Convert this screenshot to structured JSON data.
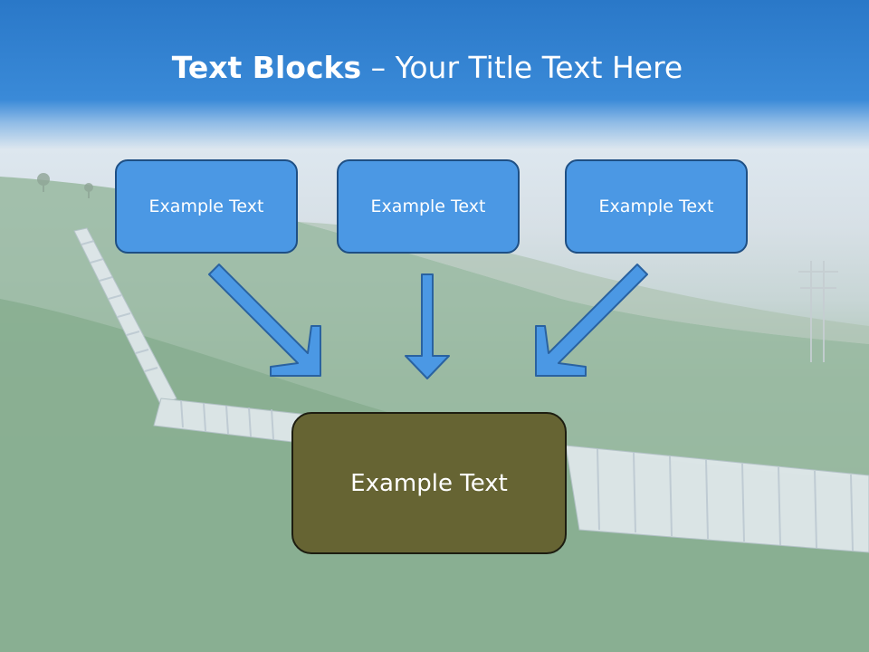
{
  "slide": {
    "title_bold": "Text Blocks",
    "title_dash": " – ",
    "title_rest": "Your Title Text Here",
    "blocks": [
      {
        "label": "Example Text"
      },
      {
        "label": "Example Text"
      },
      {
        "label": "Example Text"
      }
    ],
    "target_block": {
      "label": "Example Text"
    }
  },
  "colors": {
    "header_blue": "#2a78c8",
    "box_blue": "#4b98e4",
    "box_border": "#1e4f84",
    "arrow_fill": "#4b98e4",
    "target_fill": "#666433"
  },
  "background": {
    "description_icon": "pipeline-landscape-image"
  }
}
